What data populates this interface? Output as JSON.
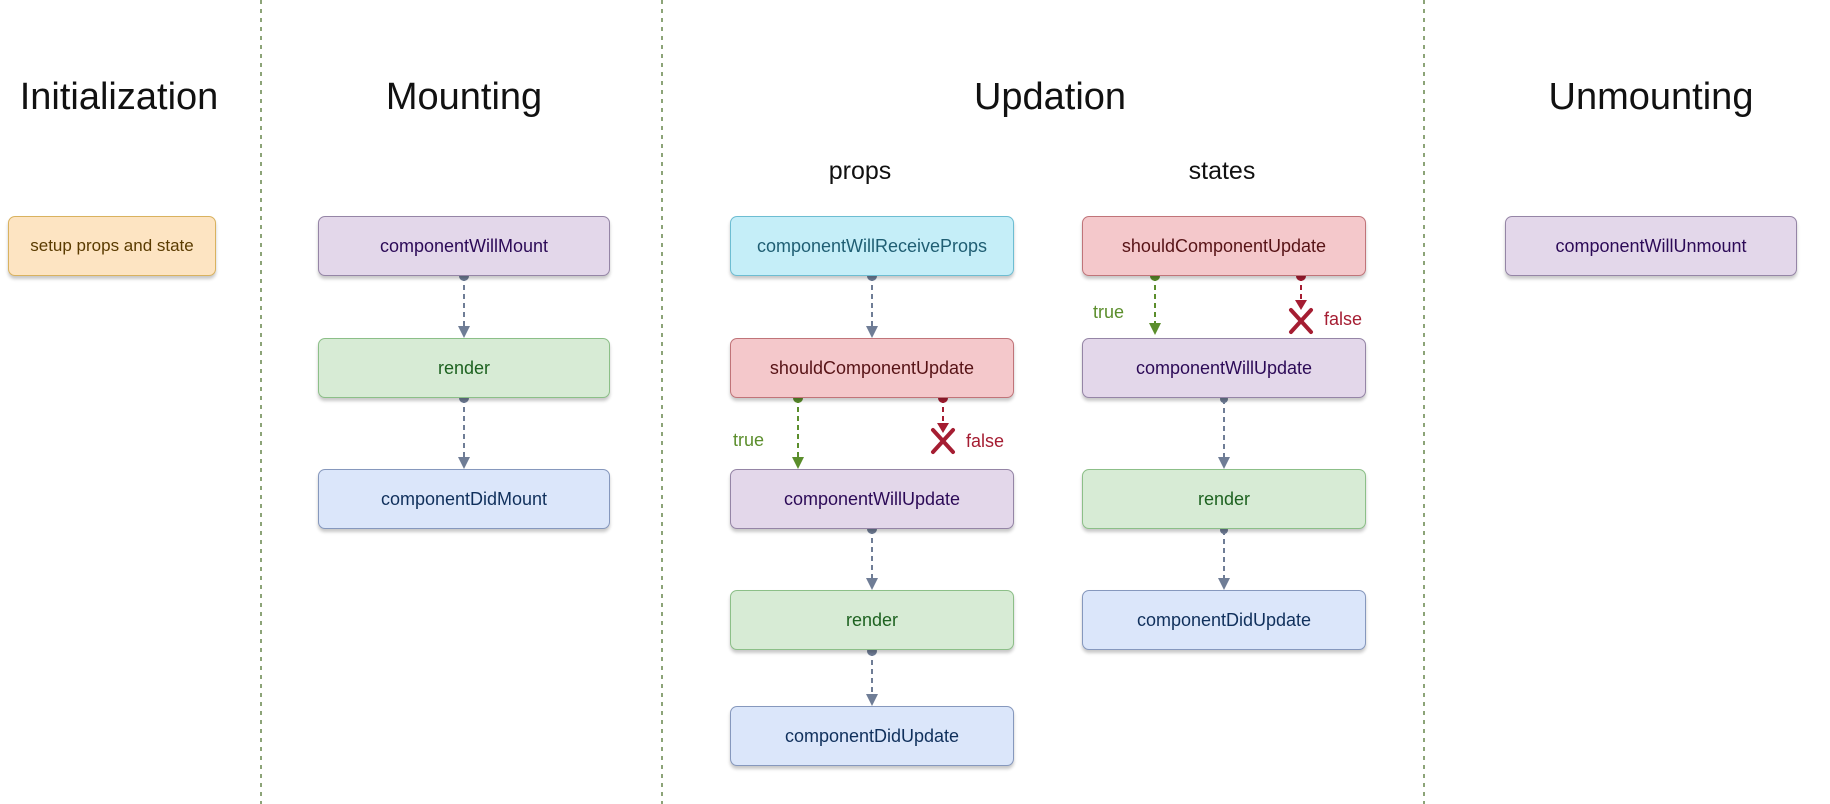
{
  "phases": {
    "initialization": "Initialization",
    "mounting": "Mounting",
    "updation": "Updation",
    "unmounting": "Unmounting"
  },
  "subphases": {
    "props": "props",
    "states": "states"
  },
  "nodes": {
    "init_setup": "setup props and state",
    "mount_will_mount": "componentWillMount",
    "mount_render": "render",
    "mount_did_mount": "componentDidMount",
    "props_will_receive": "componentWillReceiveProps",
    "props_should_update": "shouldComponentUpdate",
    "props_will_update": "componentWillUpdate",
    "props_render": "render",
    "props_did_update": "componentDidUpdate",
    "states_should_update": "shouldComponentUpdate",
    "states_will_update": "componentWillUpdate",
    "states_render": "render",
    "states_did_update": "componentDidUpdate",
    "unmount_will_unmount": "componentWillUnmount"
  },
  "labels": {
    "props_true": "true",
    "props_false": "false",
    "states_true": "true",
    "states_false": "false"
  },
  "colors": {
    "edge_default": "#6f7d96",
    "edge_true": "#5b8e2c",
    "edge_false": "#a51d32"
  }
}
